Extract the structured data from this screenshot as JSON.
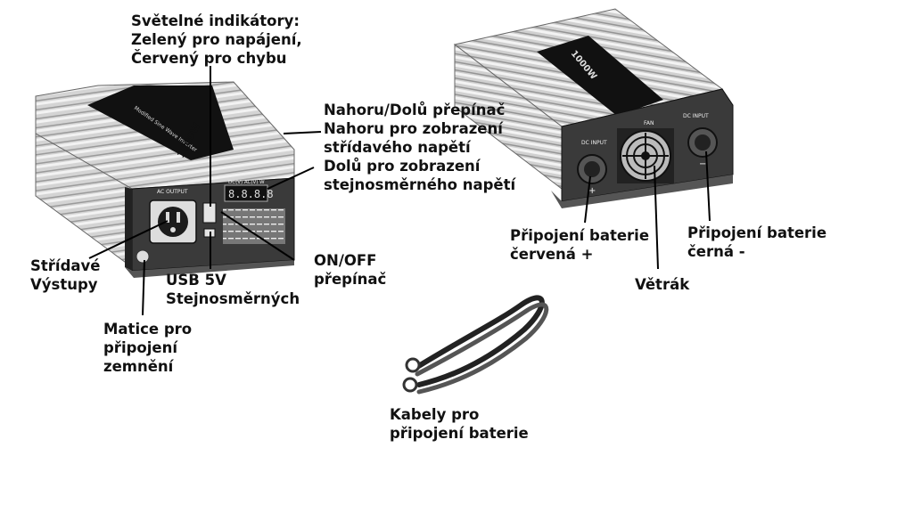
{
  "labels": {
    "indicators": [
      "Světelné indikátory:",
      "Zelený pro napájení,",
      "Červený pro chybu"
    ],
    "switch_updown": [
      "Nahoru/Dolů přepínač",
      "Nahoru pro zobrazení",
      "střídavého napětí",
      "Dolů pro zobrazení",
      "stejnosměrného napětí"
    ],
    "ac_outputs": [
      "Střídavé",
      "Výstupy"
    ],
    "usb": [
      "USB 5V",
      "Stejnosměrných"
    ],
    "onoff": [
      "ON/OFF",
      "přepínač"
    ],
    "ground_nut": [
      "Matice pro",
      "připojení",
      "zemnění"
    ],
    "battery_red": [
      "Připojení baterie",
      "červená +"
    ],
    "fan": [
      "Větrák"
    ],
    "battery_black": [
      "Připojení baterie",
      "černá -"
    ],
    "cables": [
      "Kabely pro",
      "připojení baterie"
    ]
  },
  "device_text": {
    "ac_output": "AC OUTPUT",
    "display": "8.8.8.8",
    "meter_modes": "DC(V) AC(V) W",
    "rating": "1000W",
    "model": "Modified Sine Wave Inverter",
    "dc_input_left": "DC INPUT",
    "dc_input_right": "DC INPUT",
    "fan_mark": "FAN",
    "plus": "+",
    "minus": "−"
  },
  "colors": {
    "text": "#111111",
    "body_light": "#d8d8d8",
    "body_dark": "#2b2b2b",
    "accent": "#000000"
  }
}
